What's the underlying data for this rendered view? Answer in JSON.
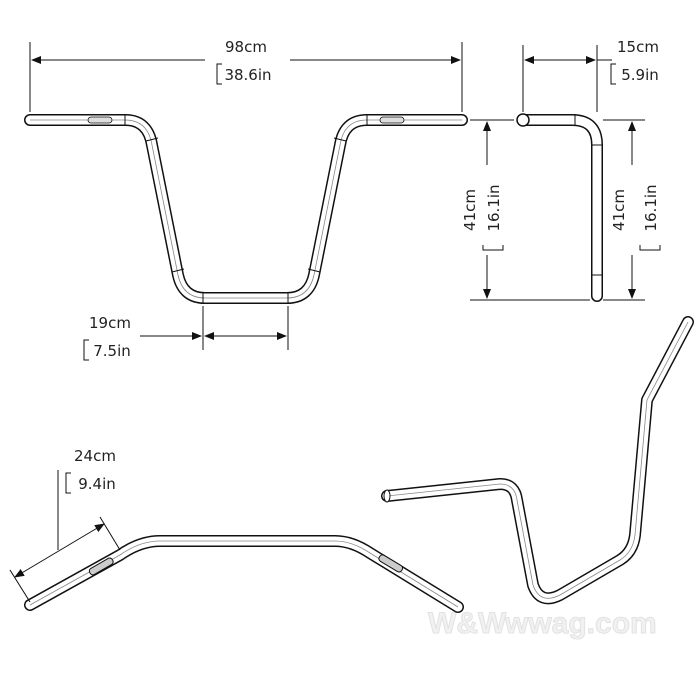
{
  "front_view": {
    "width": {
      "metric": "98cm",
      "imperial": "38.6in"
    },
    "center_width": {
      "metric": "19cm",
      "imperial": "7.5in"
    }
  },
  "side_view": {
    "pullback": {
      "metric": "15cm",
      "imperial": "5.9in"
    },
    "rise_left": {
      "metric": "41cm",
      "imperial": "16.1in"
    },
    "rise_right": {
      "metric": "41cm",
      "imperial": "16.1in"
    }
  },
  "top_view": {
    "grip_length": {
      "metric": "24cm",
      "imperial": "9.4in"
    }
  },
  "watermark": {
    "logo": "W&W",
    "site": "wwag.com"
  }
}
